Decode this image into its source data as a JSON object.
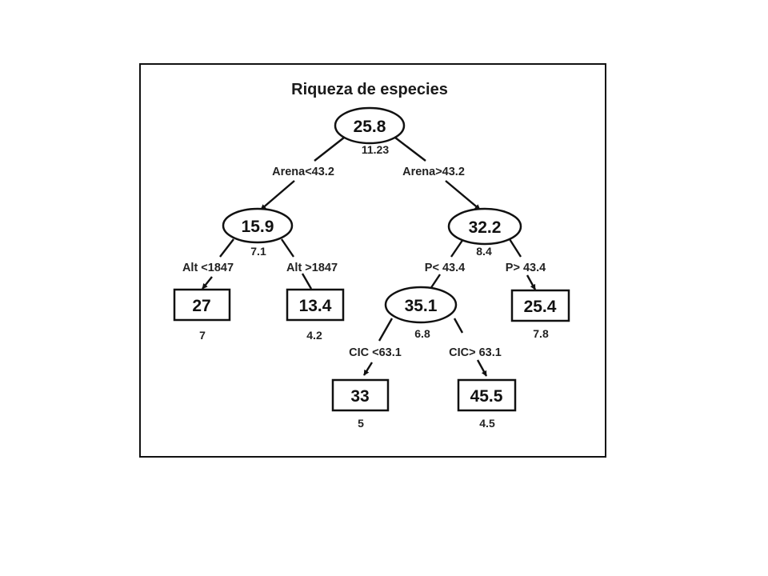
{
  "diagram": {
    "title": "Riqueza de especies",
    "nodes": {
      "root": {
        "value": "25.8",
        "sub": "11.23",
        "shape": "ellipse"
      },
      "left": {
        "value": "15.9",
        "sub": "7.1",
        "shape": "ellipse"
      },
      "right": {
        "value": "32.2",
        "sub": "8.4",
        "shape": "ellipse"
      },
      "ll": {
        "value": "27",
        "sub": "7",
        "shape": "box"
      },
      "lr": {
        "value": "13.4",
        "sub": "4.2",
        "shape": "box"
      },
      "rl": {
        "value": "35.1",
        "sub": "6.8",
        "shape": "ellipse"
      },
      "rr": {
        "value": "25.4",
        "sub": "7.8",
        "shape": "box"
      },
      "rll": {
        "value": "33",
        "sub": "5",
        "shape": "box"
      },
      "rlr": {
        "value": "45.5",
        "sub": "4.5",
        "shape": "box"
      }
    },
    "edges": {
      "root_left": {
        "label": "Arena<43.2"
      },
      "root_right": {
        "label": "Arena>43.2"
      },
      "left_ll": {
        "label": "Alt <1847"
      },
      "left_lr": {
        "label": "Alt >1847"
      },
      "right_rl": {
        "label": "P< 43.4"
      },
      "right_rr": {
        "label": "P> 43.4"
      },
      "rl_rll": {
        "label": "CIC <63.1"
      },
      "rl_rlr": {
        "label": "CIC> 63.1"
      }
    }
  }
}
